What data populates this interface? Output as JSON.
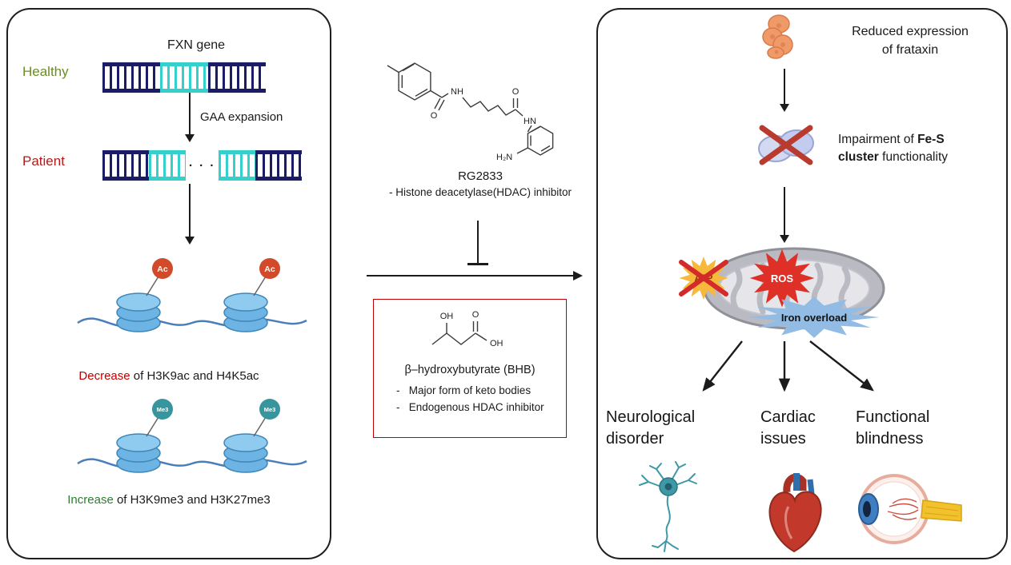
{
  "left_panel": {
    "title": "FXN gene",
    "healthy_label": "Healthy",
    "patient_label": "Patient",
    "gaa_label": "GAA expansion",
    "dna_dots": "· · ·",
    "ac_label": "Ac",
    "me3_label": "Me3",
    "decrease": {
      "word": "Decrease",
      "rest": " of H3K9ac and H4K5ac"
    },
    "increase": {
      "word": "Increase",
      "rest": " of H3K9me3 and H3K27me3"
    }
  },
  "middle": {
    "rg_name": "RG2833",
    "rg_desc": "- Histone deacetylase(HDAC) inhibitor",
    "atoms": {
      "o": "O",
      "nh": "NH",
      "hn": "HN",
      "h2n": "H₂N",
      "oh": "OH"
    },
    "bhb": {
      "name": "β–hydroxybutyrate (BHB)",
      "point1": "-   Major form of keto bodies",
      "point2": "-   Endogenous HDAC inhibitor"
    }
  },
  "right_panel": {
    "frataxin_caption": {
      "line1": "Reduced expression",
      "line2": "of frataxin"
    },
    "impairment": {
      "pre": "Impairment of ",
      "bold": "Fe-S cluster",
      "post": " functionality"
    },
    "atp_label": "ATP",
    "ros_label": "ROS",
    "iron_label": "Iron overload",
    "outcomes": [
      {
        "line1": "Neurological",
        "line2": "disorder"
      },
      {
        "line1": "Cardiac",
        "line2": "issues"
      },
      {
        "line1": "Functional",
        "line2": "blindness"
      }
    ]
  },
  "colors": {
    "healthy_green": "#6b8e23",
    "patient_red": "#b01c1c",
    "decrease_red": "#c00000",
    "increase_green": "#2e7d32",
    "box_border_red": "#c00000",
    "dna_navy": "#1c1c66",
    "dna_cyan": "#35d0cc"
  }
}
